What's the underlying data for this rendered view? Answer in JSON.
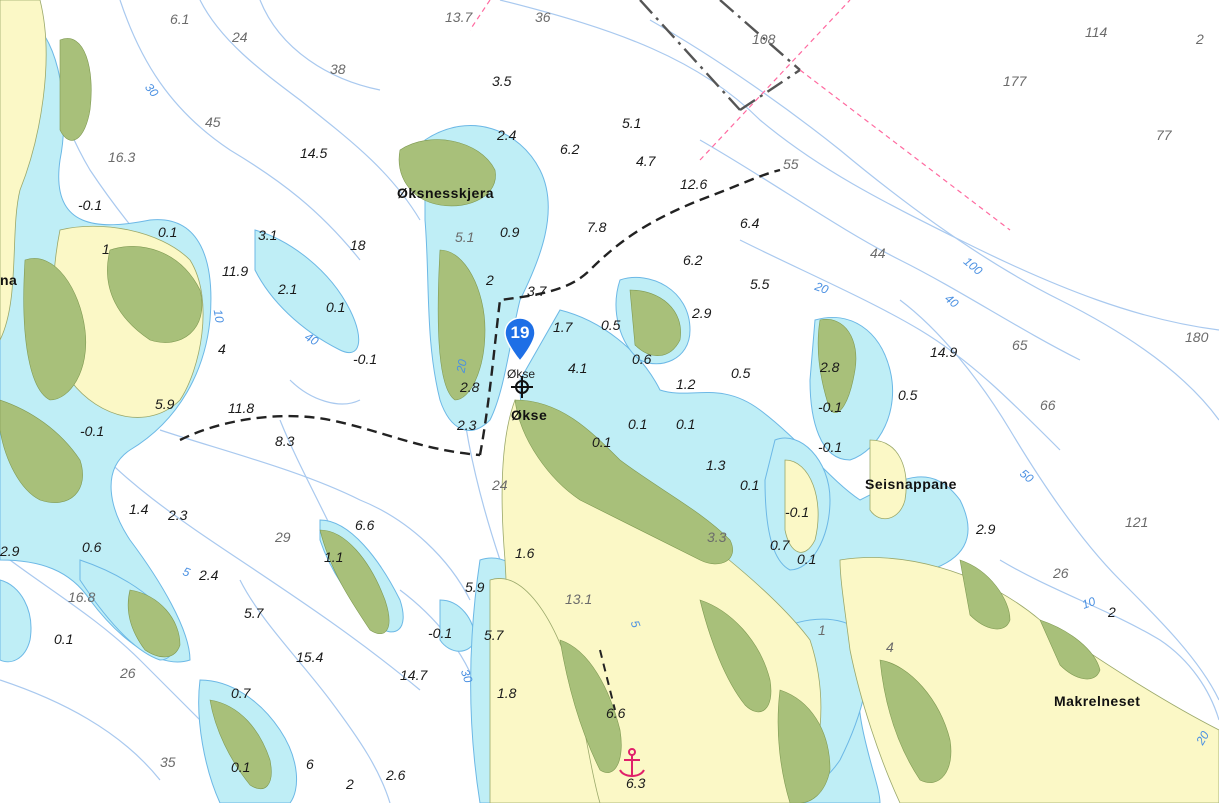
{
  "colors": {
    "water": "#ffffff",
    "shallow": "#bfeef6",
    "land": "#fbf8c6",
    "intertidal": "#a8c07a",
    "contour": "#a9c9ef",
    "track": "#222222",
    "boundary": "#ff6aa0",
    "marker": "#1e6fe6"
  },
  "marker": {
    "number": "19",
    "name": "Økse"
  },
  "places": {
    "oksnesskjera": "Øksnesskjera",
    "okse": "Økse",
    "seisnappane": "Seisnappane",
    "makrelneset": "Makrelneset",
    "partial_left": "na"
  },
  "depths": [
    "6.1",
    "24",
    "13.7",
    "36",
    "108",
    "114",
    "2",
    "38",
    "177",
    "45",
    "77",
    "16.3",
    "55",
    "44",
    "100",
    "180",
    "65",
    "66",
    "50",
    "121",
    "26",
    "10",
    "20",
    "30",
    "40",
    "5",
    "29",
    "35",
    "16.8",
    "13.1",
    "4",
    "3.3",
    "1",
    "24",
    "26",
    "5.1",
    "20",
    "10",
    "5",
    "20",
    "30",
    "40"
  ],
  "soundings": [
    "3.5",
    "2.4",
    "5.1",
    "6.2",
    "4.7",
    "14.5",
    "12.6",
    "0.9",
    "7.8",
    "6.4",
    "-0.1",
    "0.1",
    "1",
    "3.1",
    "11.9",
    "18",
    "2.1",
    "6.2",
    "2",
    "3.7",
    "0.1",
    "5.5",
    "2.9",
    "1.7",
    "0.5",
    "4",
    "0.6",
    "14.9",
    "-0.1",
    "4.1",
    "1.2",
    "0.5",
    "2.8",
    "0.5",
    "5.9",
    "11.8",
    "2.8",
    "-0.1",
    "-0.1",
    "8.3",
    "2.3",
    "0.1",
    "0.1",
    "0.1",
    "1.3",
    "0.1",
    "-0.1",
    "1.4",
    "2.3",
    "0.6",
    "6.6",
    "1.1",
    "2.4",
    "5.9",
    "1.6",
    "-0.1",
    "0.7",
    "0.1",
    "2.9",
    "2",
    "5.7",
    "-0.1",
    "5.7",
    "15.4",
    "14.7",
    "1.8",
    "0.7",
    "0.1",
    "6",
    "2",
    "2.6",
    "0.1",
    "6.6",
    "2.9",
    "6.3"
  ]
}
